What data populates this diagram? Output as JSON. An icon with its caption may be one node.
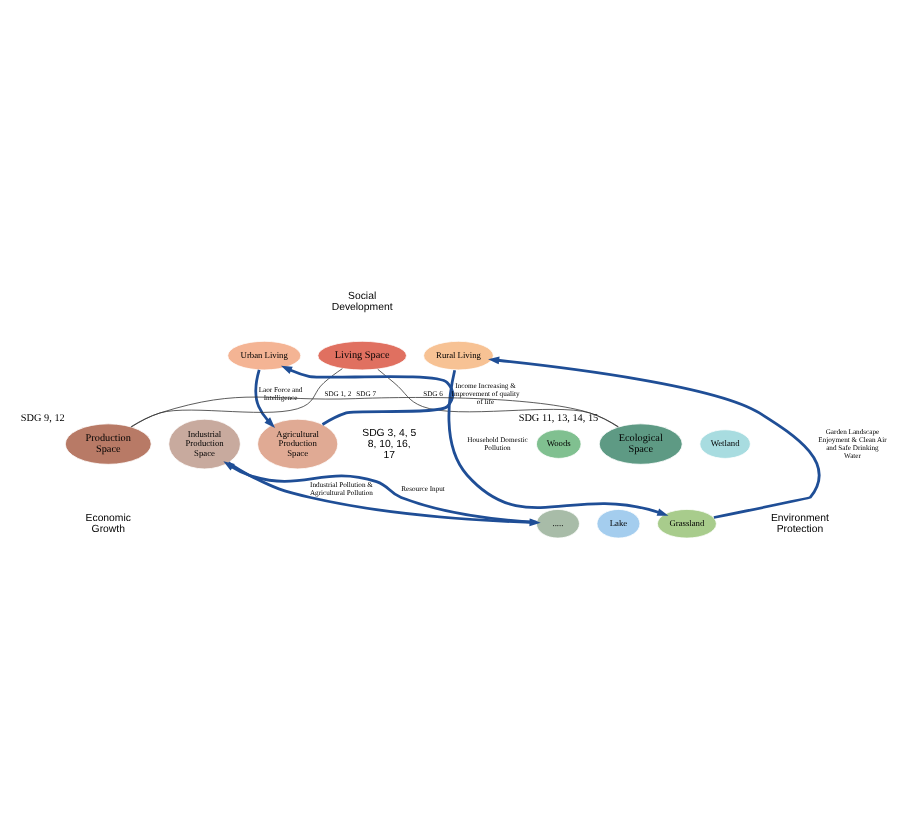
{
  "diagram": {
    "nodes": [
      {
        "text": [
          "Living Space"
        ]
      },
      {
        "text": [
          "Urban Living"
        ]
      },
      {
        "text": [
          "Rural Living"
        ]
      },
      {
        "text": [
          "Production Space"
        ],
        "beside": [
          "SDG 9, 12"
        ]
      },
      {
        "text": [
          "Agricultural Production Space"
        ]
      },
      {
        "text": [
          "Industrial Production Space"
        ]
      },
      {
        "text": [
          "Ecological Space"
        ],
        "beside": [
          "SDG 11, 13, 14, 15"
        ]
      },
      {
        "text": [
          "Lake"
        ]
      },
      {
        "text": [
          "Grassland"
        ]
      },
      {
        "text": [
          "Woods"
        ]
      },
      {
        "text": [
          "....."
        ]
      },
      {
        "text": [
          "Wetland"
        ]
      }
    ],
    "edges": [
      {
        "from": 0,
        "to": 3,
        "arrow": "none",
        "label": "SDG 1, 2",
        "color": "#333333"
      },
      {
        "from": 0,
        "to": 6,
        "arrow": "none",
        "label": "SDG 6",
        "color": "#333333"
      },
      {
        "from": 3,
        "to": 6,
        "arrow": "none",
        "label": "SDG 7",
        "color": "#333333"
      },
      {
        "from": 4,
        "to": 1,
        "arrow": "to",
        "label": "Income Increasing & Improvement of quality of life"
      },
      {
        "from": 1,
        "to": 4,
        "arrow": "to",
        "label": "Laor Force and Intelligence"
      },
      {
        "from": 8,
        "to": 2,
        "arrow": "to",
        "label": "Garden Landscape Enjoyment & Clean Air and Safe Drinking Water"
      },
      {
        "from": 2,
        "to": 8,
        "arrow": "to",
        "label": "Household Domestic Pollution"
      },
      {
        "from": 5,
        "to": 10,
        "arrow": "to",
        "label": "Industrial Pollution & Agricultural Pollution"
      },
      {
        "from": 10,
        "to": 5,
        "arrow": "to",
        "label": "Resource Input"
      }
    ],
    "labels": [
      "Social Development",
      "SDG 3, 4, 5 8, 10, 16, 17",
      "Economic Growth",
      "Environment Protection"
    ]
  }
}
